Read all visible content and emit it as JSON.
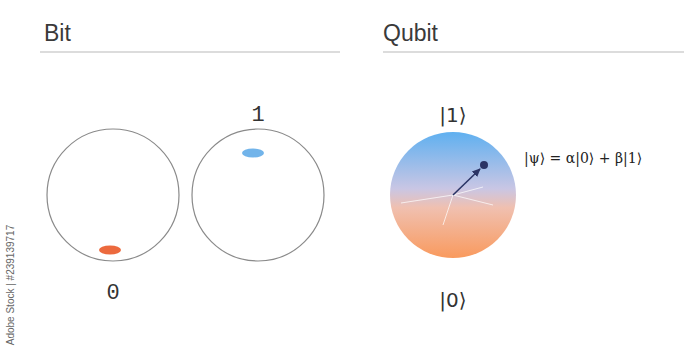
{
  "diagram": {
    "nodes": [
      {
        "text": [
          "0"
        ]
      },
      {
        "text": [
          "1"
        ]
      },
      {
        "text": [
          "|1⟩",
          "|0⟩"
        ]
      }
    ],
    "edges": [],
    "labels": [
      "Bit",
      "Qubit",
      "|ψ⟩ = α|0⟩ + β|1⟩",
      "Adobe Stock | #239139717"
    ]
  }
}
